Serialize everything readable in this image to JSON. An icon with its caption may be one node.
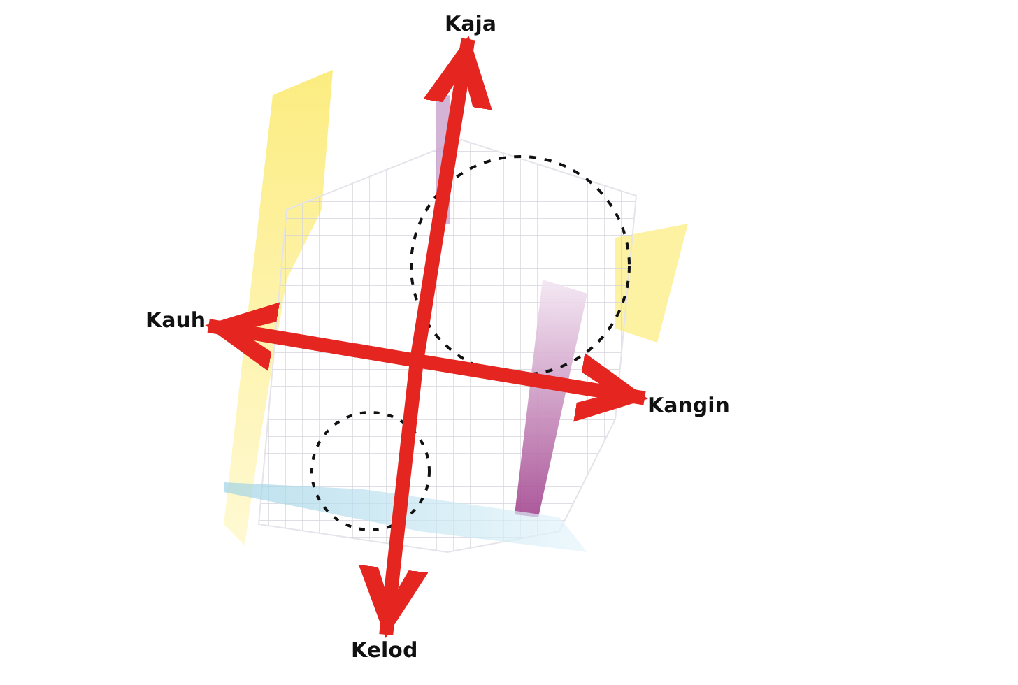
{
  "diagram": {
    "nodes": [
      {
        "text": [
          "Kaja"
        ]
      },
      {
        "text": [
          "Kauh"
        ]
      },
      {
        "text": [
          "Kangin"
        ]
      },
      {
        "text": [
          "Kelod"
        ]
      }
    ],
    "edges": [
      {
        "from": null,
        "to": 0,
        "arrow": "to"
      },
      {
        "from": null,
        "to": 1,
        "arrow": "to"
      },
      {
        "from": null,
        "to": 2,
        "arrow": "to"
      },
      {
        "from": null,
        "to": 3,
        "arrow": "to"
      }
    ]
  }
}
